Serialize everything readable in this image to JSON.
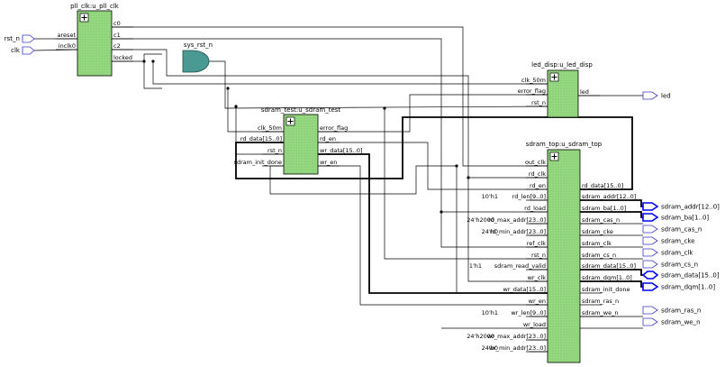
{
  "modules": [
    {
      "id": "pll",
      "title": "pll_clk:u_pll_clk",
      "inputs": [
        "areset",
        "inclk0"
      ],
      "outputs": [
        "c0",
        "c1",
        "c2",
        "locked"
      ]
    },
    {
      "id": "sysrst",
      "title": "sys_rst_n",
      "inputs": [],
      "outputs": []
    },
    {
      "id": "led",
      "title": "led_disp:u_led_disp",
      "inputs": [
        "clk_50m",
        "error_flag",
        "rst_n"
      ],
      "outputs": [
        "led"
      ]
    },
    {
      "id": "test",
      "title": "sdram_test:u_sdram_test",
      "inputs": [
        "clk_50m",
        "rd_data[15..0]",
        "rst_n",
        "sdram_init_done"
      ],
      "outputs": [
        "error_flag",
        "rd_en",
        "wr_data[15..0]",
        "wr_en"
      ]
    },
    {
      "id": "top",
      "title": "sdram_top:u_sdram_top",
      "inputs": [
        "out_clk",
        "rd_clk",
        "rd_en",
        "rd_len[9..0]",
        "rd_load",
        "rd_max_addr[23..0]",
        "rd_min_addr[23..0]",
        "ref_clk",
        "rst_n",
        "sdram_read_valid",
        "wr_clk",
        "wr_data[15..0]",
        "wr_en",
        "wr_len[9..0]",
        "wr_load",
        "wr_max_addr[23..0]",
        "wr_min_addr[23..0]"
      ],
      "outputs": [
        "rd_data[15..0]",
        "sdram_addr[12..0]",
        "sdram_ba[1..0]",
        "sdram_cas_n",
        "sdram_cke",
        "sdram_clk",
        "sdram_cs_n",
        "sdram_data[15..0]",
        "sdram_dqm[1..0]",
        "sdram_init_done",
        "sdram_ras_n",
        "sdram_we_n"
      ]
    }
  ],
  "constants": [
    "10'h1",
    "24'h2000",
    "24'h0",
    "1'h1",
    "10'h1",
    "24'h2000",
    "24'h0"
  ],
  "top_ports_in": [
    "rst_n",
    "clk"
  ],
  "top_ports_out": [
    {
      "label": "led",
      "bus": false,
      "bidir": false
    },
    {
      "label": "sdram_addr[12..0]",
      "bus": true,
      "bidir": false
    },
    {
      "label": "sdram_ba[1..0]",
      "bus": true,
      "bidir": false
    },
    {
      "label": "sdram_cas_n",
      "bus": false,
      "bidir": false
    },
    {
      "label": "sdram_cke",
      "bus": false,
      "bidir": false
    },
    {
      "label": "sdram_clk",
      "bus": false,
      "bidir": false
    },
    {
      "label": "sdram_cs_n",
      "bus": false,
      "bidir": false
    },
    {
      "label": "sdram_data[15..0]",
      "bus": true,
      "bidir": true
    },
    {
      "label": "sdram_dqm[1..0]",
      "bus": true,
      "bidir": false
    },
    {
      "label": "sdram_ras_n",
      "bus": false,
      "bidir": false
    },
    {
      "label": "sdram_we_n",
      "bus": false,
      "bidir": false
    }
  ],
  "colors": {
    "block_fill": "#8fd37a",
    "gate_fill": "#4a9a93",
    "wire": "#000000",
    "port_label": "#1a1ab0",
    "port_stroke": "#3838c8",
    "bus_port_stroke": "#0000ff"
  }
}
